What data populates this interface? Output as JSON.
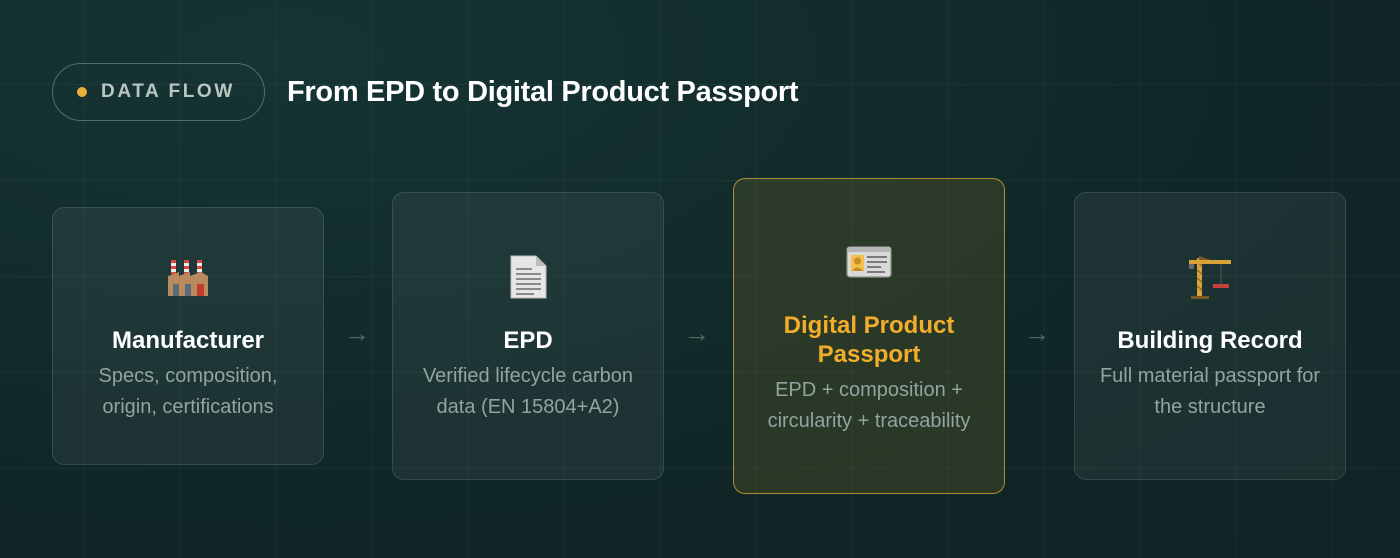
{
  "header": {
    "badge_label": "DATA FLOW",
    "title": "From EPD to Digital Product Passport"
  },
  "colors": {
    "background": "#11292b",
    "accent": "#e8b03a",
    "highlight_title": "#f2ad2a"
  },
  "steps": [
    {
      "icon": "factory-icon",
      "title": "Manufacturer",
      "description": "Specs, composition, origin, certifications"
    },
    {
      "icon": "document-icon",
      "title": "EPD",
      "description": "Verified lifecycle carbon data (EN 15804+A2)"
    },
    {
      "icon": "id-card-icon",
      "title": "Digital Product Passport",
      "description": "EPD + composition + circularity + traceability",
      "highlighted": true
    },
    {
      "icon": "crane-icon",
      "title": "Building Record",
      "description": "Full material passport for the structure"
    }
  ],
  "connector": "→"
}
